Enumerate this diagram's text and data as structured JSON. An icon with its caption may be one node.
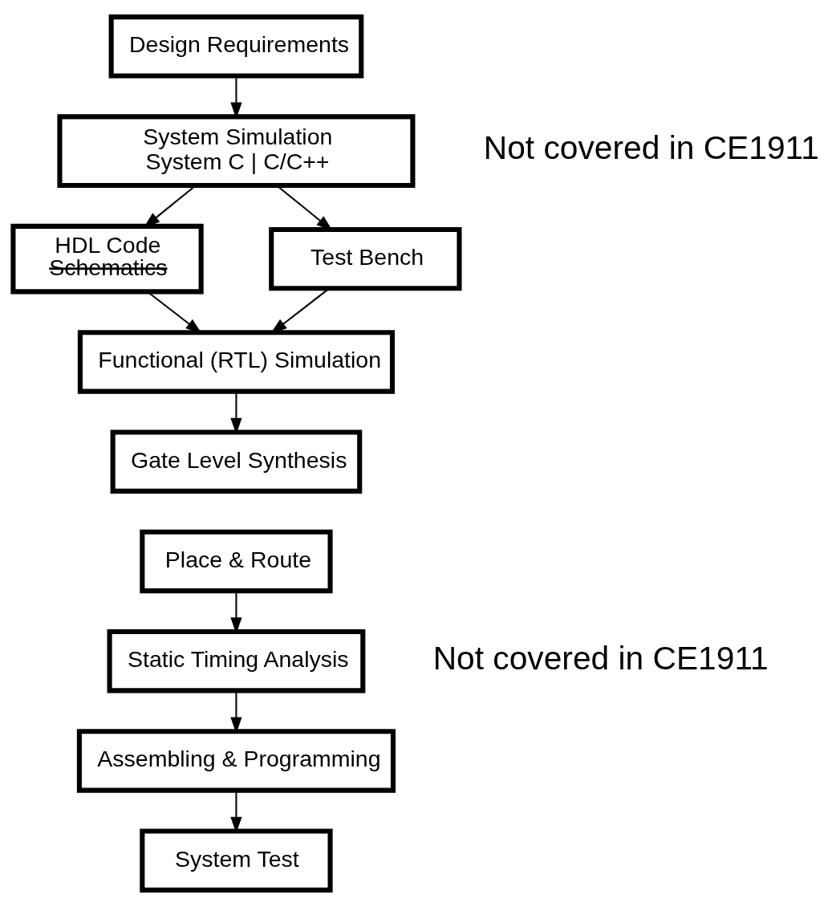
{
  "diagram": {
    "nodes": [
      {
        "text": [
          "Design Requirements"
        ]
      },
      {
        "text": [
          "System Simulation",
          "System C | C/C++"
        ],
        "beside": [
          "Not covered in CE1911"
        ]
      },
      {
        "text": [
          "HDL Code",
          "Schematics"
        ]
      },
      {
        "text": [
          "Test Bench"
        ]
      },
      {
        "text": [
          "Functional (RTL) Simulation"
        ]
      },
      {
        "text": [
          "Gate Level Synthesis"
        ]
      },
      {
        "text": [
          "Place & Route"
        ]
      },
      {
        "text": [
          "Static Timing Analysis"
        ],
        "beside": [
          "Not covered in CE1911"
        ]
      },
      {
        "text": [
          "Assembling & Programming"
        ]
      },
      {
        "text": [
          "System Test"
        ]
      }
    ],
    "edges": [
      {
        "from": 0,
        "to": 1,
        "arrow": "to"
      },
      {
        "from": 1,
        "to": 2,
        "arrow": "to"
      },
      {
        "from": 1,
        "to": 3,
        "arrow": "to"
      },
      {
        "from": 2,
        "to": 4,
        "arrow": "to"
      },
      {
        "from": 3,
        "to": 4,
        "arrow": "to"
      },
      {
        "from": 4,
        "to": 5,
        "arrow": "to"
      },
      {
        "from": 6,
        "to": 7,
        "arrow": "to"
      },
      {
        "from": 7,
        "to": 8,
        "arrow": "to"
      },
      {
        "from": 8,
        "to": 9,
        "arrow": "to"
      }
    ]
  }
}
